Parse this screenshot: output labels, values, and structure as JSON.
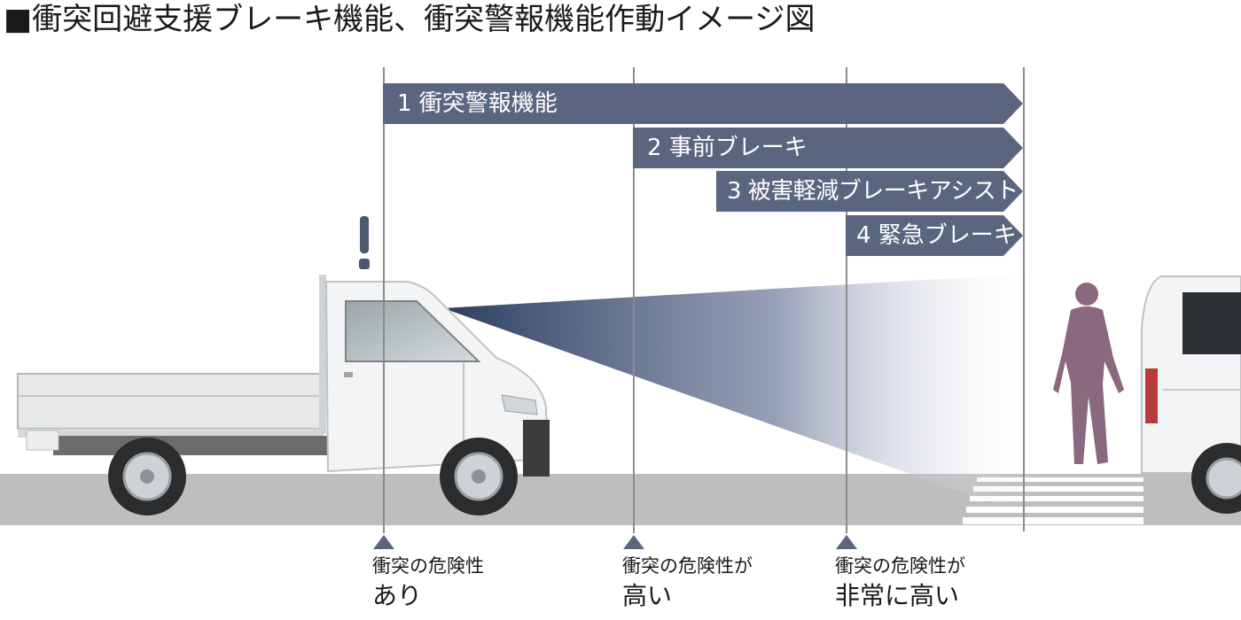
{
  "title": "■衝突回避支援ブレーキ機能、衝突警報機能作動イメージ図",
  "stages": [
    {
      "label": "1 衝突警報機能"
    },
    {
      "label": "2 事前ブレーキ"
    },
    {
      "label": "3 被害軽減ブレーキアシスト"
    },
    {
      "label": "4 緊急ブレーキ"
    }
  ],
  "warning_mark": "!",
  "risk_labels": [
    {
      "line1": "衝突の危険性",
      "line2": "あり"
    },
    {
      "line1": "衝突の危険性が",
      "line2": "高い"
    },
    {
      "line1": "衝突の危険性が",
      "line2": "非常に高い"
    }
  ],
  "colors": {
    "stage_band": "#5a6680",
    "sensor_beam": "#2c3d5e",
    "road": "#bebebe",
    "pedestrian": "#8a6880",
    "marker": "#5a6680"
  },
  "icons": {
    "truck": "pickup-truck-icon",
    "pedestrian": "pedestrian-icon",
    "van": "van-icon",
    "warning": "exclamation-icon",
    "marker": "triangle-up-icon"
  }
}
